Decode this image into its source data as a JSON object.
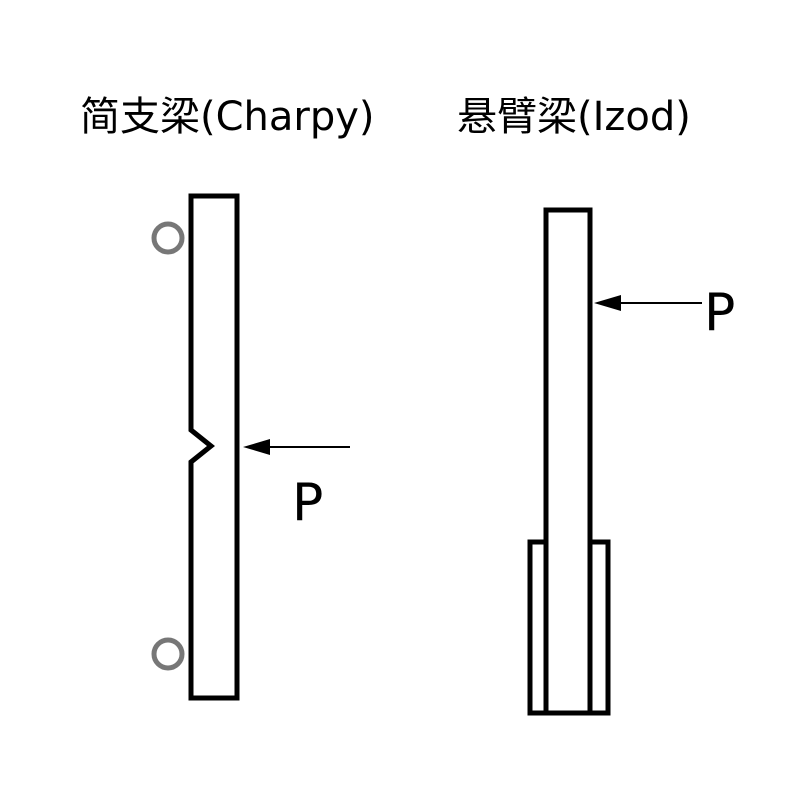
{
  "charpy": {
    "title": "简支梁(Charpy)",
    "force_label": "P"
  },
  "izod": {
    "title": "悬臂梁(Izod)",
    "force_label": "P"
  },
  "colors": {
    "stroke": "#000000",
    "support": "#888888"
  }
}
